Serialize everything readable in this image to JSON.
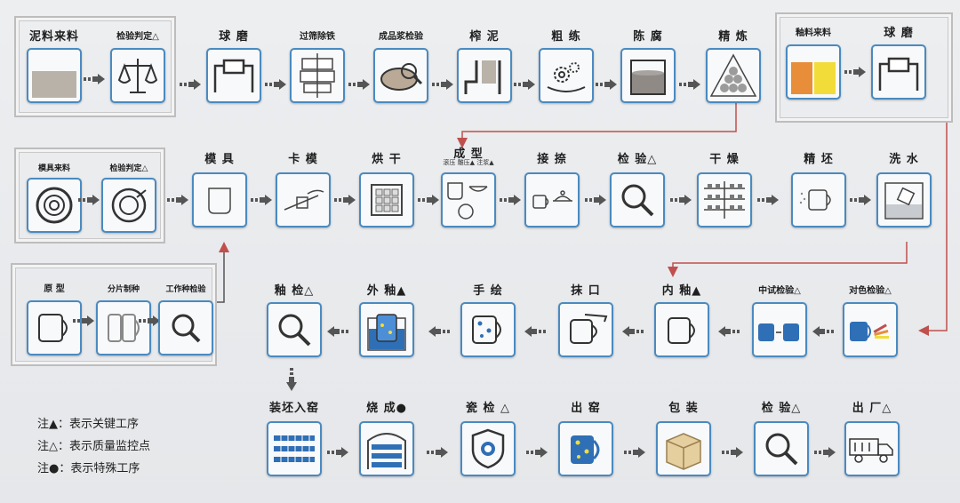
{
  "rows": {
    "clay": [
      "泥料来料",
      "检验判定△"
    ],
    "row1": [
      "球 磨",
      "过筛除铁",
      "成品浆检验",
      "榨 泥",
      "粗 练",
      "陈 腐",
      "精 炼"
    ],
    "glaze": [
      "釉料来料",
      "球 磨"
    ],
    "mold_in": [
      "模具来料",
      "检验判定△"
    ],
    "row2": [
      "模 具",
      "卡 模",
      "烘 干",
      "成 型",
      "接 捺",
      "检 验△",
      "干 燥",
      "精 坯",
      "洗 水"
    ],
    "forming_sub": "滚压 雕压▲ 注浆▲",
    "proto": [
      "原 型",
      "分片制种",
      "工作种检验"
    ],
    "row3": [
      "釉 检△",
      "外 釉▲",
      "手 绘",
      "抹 口",
      "内 釉▲",
      "中试检验△",
      "对色检验△"
    ],
    "row4": [
      "装坯入窑",
      "烧 成●",
      "瓷 检 △",
      "出 窑",
      "包 装",
      "检 验△",
      "出 厂△"
    ]
  },
  "legend": [
    {
      "mark": "注▲：",
      "text": "表示关键工序"
    },
    {
      "mark": "注△：",
      "text": "表示质量监控点"
    },
    {
      "mark": "注●：",
      "text": "表示特殊工序"
    }
  ],
  "colors": {
    "box_border": "#4a8ac0",
    "arrow": "#555555",
    "link": "#c0504d",
    "accent_blue": "#2f6fb5"
  }
}
